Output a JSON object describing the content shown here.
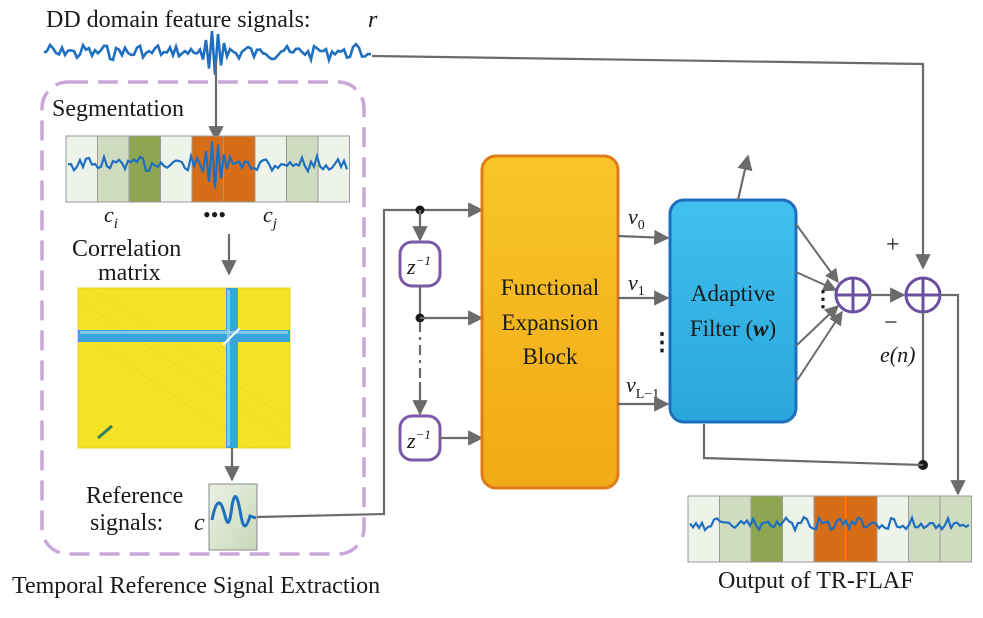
{
  "labels": {
    "input_title": "DD domain feature signals:",
    "input_symbol": "r",
    "segmentation": "Segmentation",
    "ci": "c",
    "ci_sub": "i",
    "cj": "c",
    "cj_sub": "j",
    "dots": "•••",
    "correlation_line1": "Correlation",
    "correlation_line2": "matrix",
    "reference_line1": "Reference",
    "reference_line2": "signals:",
    "reference_symbol": "c",
    "section_title": "Temporal Reference Signal Extraction",
    "delay1": "z",
    "delay2": "z",
    "delay_exp": "−1",
    "feb_line1": "Functional",
    "feb_line2": "Expansion",
    "feb_line3": "Block",
    "v0": "v",
    "v0_sub": "0",
    "v1": "v",
    "v1_sub": "1",
    "vL": "v",
    "vL_sub": "L−1",
    "af_line1": "Adaptive",
    "af_line2_prefix": "Filter (",
    "af_line2_w": "w",
    "af_line2_suffix": ")",
    "plus_sign": "+",
    "minus_sign": "−",
    "error": "e(n)",
    "output_title": "Output of  TR-FLAF"
  },
  "colors": {
    "wave": "#1f6fc0",
    "arrow": "#6b6b6b",
    "dashed_box": "#c8a8d8",
    "feb_fill": "#f6b81c",
    "feb_border": "#e07b1a",
    "af_fill": "#36b7e6",
    "af_border": "#1d6fbd",
    "delay_border": "#7a5aa6",
    "seg_light": "#eef3ea",
    "seg_mid": "#cfdcbf",
    "seg_green": "#8ea552",
    "seg_orange": "#d86d17",
    "matrix_yellow": "#f3e226",
    "matrix_blue": "#3aa3d9"
  },
  "segments_top": [
    "light",
    "mid",
    "green",
    "light",
    "orange",
    "orange",
    "light",
    "mid",
    "light"
  ],
  "segments_output": [
    "light",
    "mid",
    "green",
    "light",
    "orange",
    "orange",
    "light",
    "mid",
    "mid"
  ]
}
